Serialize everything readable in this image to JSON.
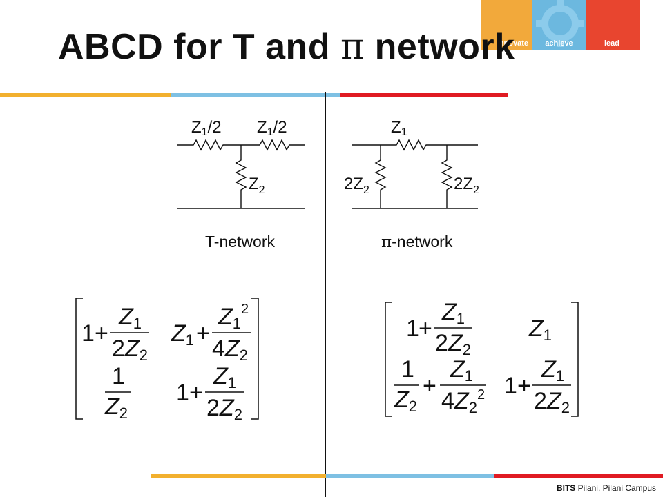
{
  "slide": {
    "title_pre": "ABCD for T and ",
    "title_pi": "π",
    "title_post": " network"
  },
  "logo": {
    "left_word": "innovate",
    "middle_word": "achieve",
    "right_word": "lead",
    "colors": [
      "#F2A93B",
      "#6CB8DF",
      "#E8452F"
    ]
  },
  "accent_colors": {
    "orange": "#F2B02E",
    "blue": "#7EC0E3",
    "red": "#E01A22"
  },
  "t_network": {
    "label": "T-network",
    "z_left": "Z",
    "z_left_sub": "1",
    "z_left_den": "/2",
    "z_right": "Z",
    "z_right_sub": "1",
    "z_right_den": "/2",
    "z_shunt": "Z",
    "z_shunt_sub": "2"
  },
  "pi_network": {
    "label": "-network",
    "label_pi": "π",
    "z_series": "Z",
    "z_series_sub": "1",
    "z_left_coef": "2",
    "z_left": "Z",
    "z_left_sub": "2",
    "z_right_coef": "2",
    "z_right": "Z",
    "z_right_sub": "2"
  },
  "t_matrix": {
    "one": "1",
    "plus": "+",
    "Z": "Z",
    "sub1": "1",
    "sub2": "2",
    "sq": "2",
    "coef2": "2",
    "coef4": "4"
  },
  "pi_matrix": {
    "one": "1",
    "plus": "+",
    "Z": "Z",
    "sub1": "1",
    "sub2": "2",
    "sq": "2",
    "coef2": "2",
    "coef4": "4"
  },
  "footer": {
    "brand": "BITS",
    "campus": " Pilani, Pilani Campus"
  }
}
